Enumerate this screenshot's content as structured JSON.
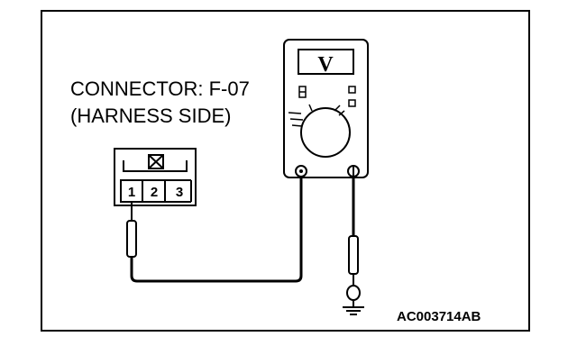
{
  "diagram": {
    "connector_title": "CONNECTOR: F-07",
    "connector_side": "(HARNESS SIDE)",
    "pins": [
      "1",
      "2",
      "3"
    ],
    "meter_symbol": "V",
    "figure_code": "AC003714AB"
  },
  "icons": {
    "meter": "voltmeter-icon",
    "ground": "ground-icon",
    "probe": "test-probe-icon",
    "connector": "connector-icon"
  }
}
